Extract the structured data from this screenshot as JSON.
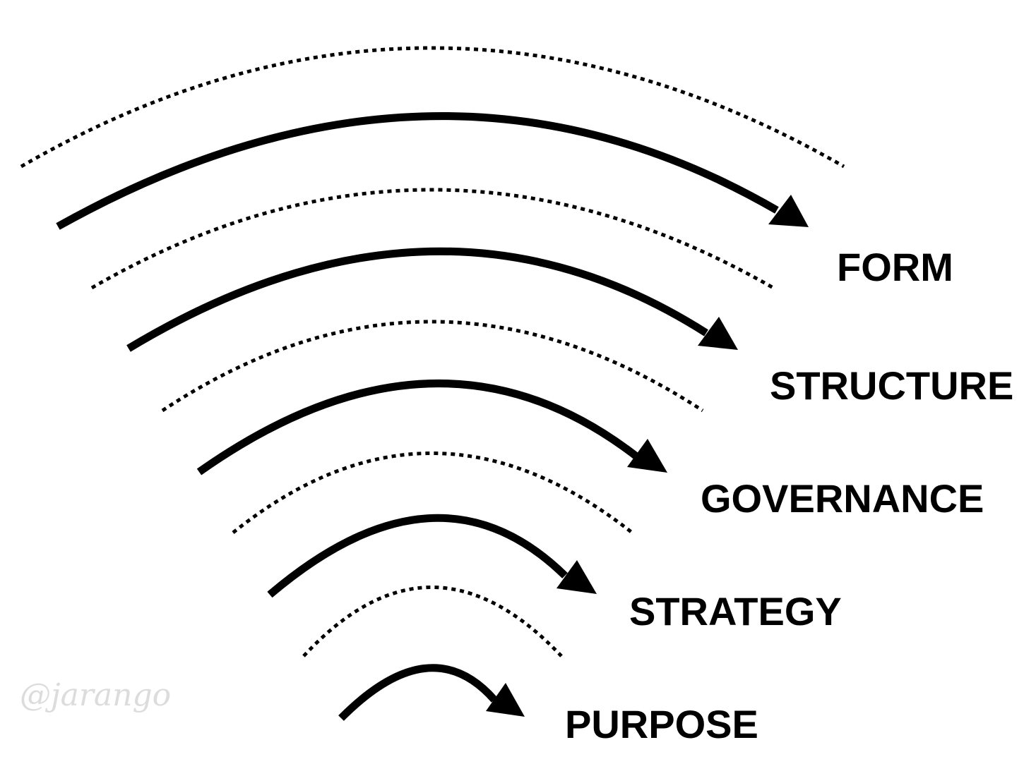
{
  "diagram": {
    "layers": [
      {
        "label": "FORM"
      },
      {
        "label": "STRUCTURE"
      },
      {
        "label": "GOVERNANCE"
      },
      {
        "label": "STRATEGY"
      },
      {
        "label": "PURPOSE"
      }
    ],
    "watermark": "@jarango",
    "colors": {
      "ink": "#000000",
      "background": "#ffffff",
      "watermark": "#dcdcdc"
    }
  }
}
